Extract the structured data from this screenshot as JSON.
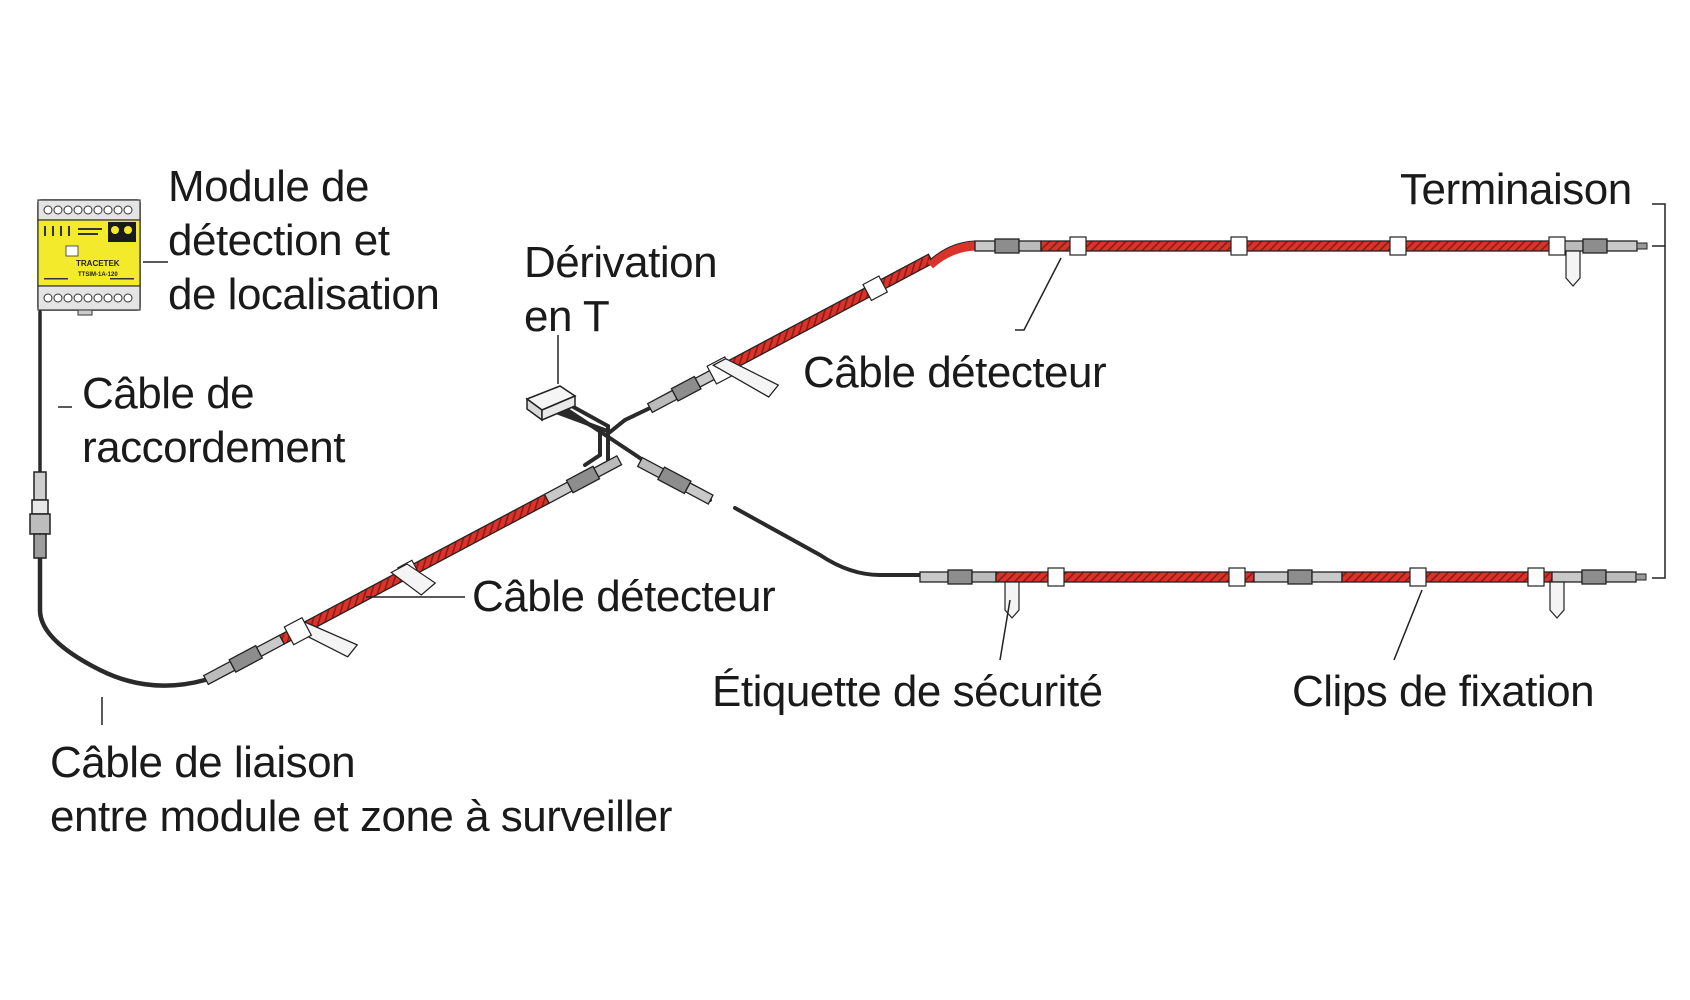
{
  "labels": {
    "module": [
      "Module de",
      "détection et",
      "de localisation"
    ],
    "cable_raccordement": [
      "Câble de",
      "raccordement"
    ],
    "cable_liaison": [
      "Câble de liaison",
      "entre module et zone à surveiller"
    ],
    "derivation": [
      "Dérivation",
      "en T"
    ],
    "cable_detecteur_1": "Câble détecteur",
    "cable_detecteur_2": "Câble détecteur",
    "terminaison": "Terminaison",
    "etiquette": "Étiquette de sécurité",
    "clips": "Clips de fixation"
  },
  "module_panel": {
    "brand": "TRACETEK",
    "model": "TTSIM-1A-120"
  },
  "colors": {
    "sensor_cable": "#d9332b",
    "lead_cable": "#2a2a2a",
    "module_yellow": "#f3ea2c",
    "connector_gray": "#a8a8a8"
  }
}
